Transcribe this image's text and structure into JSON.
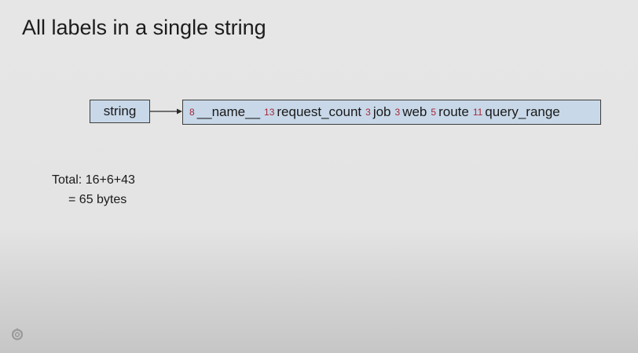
{
  "slide": {
    "title": "All labels in a single string",
    "string_box_label": "string",
    "labels": [
      {
        "len": "8",
        "text": "__name__"
      },
      {
        "len": "13",
        "text": "request_count"
      },
      {
        "len": "3",
        "text": "job"
      },
      {
        "len": "3",
        "text": "web"
      },
      {
        "len": "5",
        "text": "route"
      },
      {
        "len": "11",
        "text": "query_range"
      }
    ],
    "total_line1": "Total: 16+6+43",
    "total_line2": "= 65 bytes"
  },
  "colors": {
    "box_fill": "#c8d8e8",
    "length_prefix": "#a4273a"
  },
  "icons": {
    "logo": "grafana-logo-icon",
    "arrow": "arrow-right-icon"
  }
}
